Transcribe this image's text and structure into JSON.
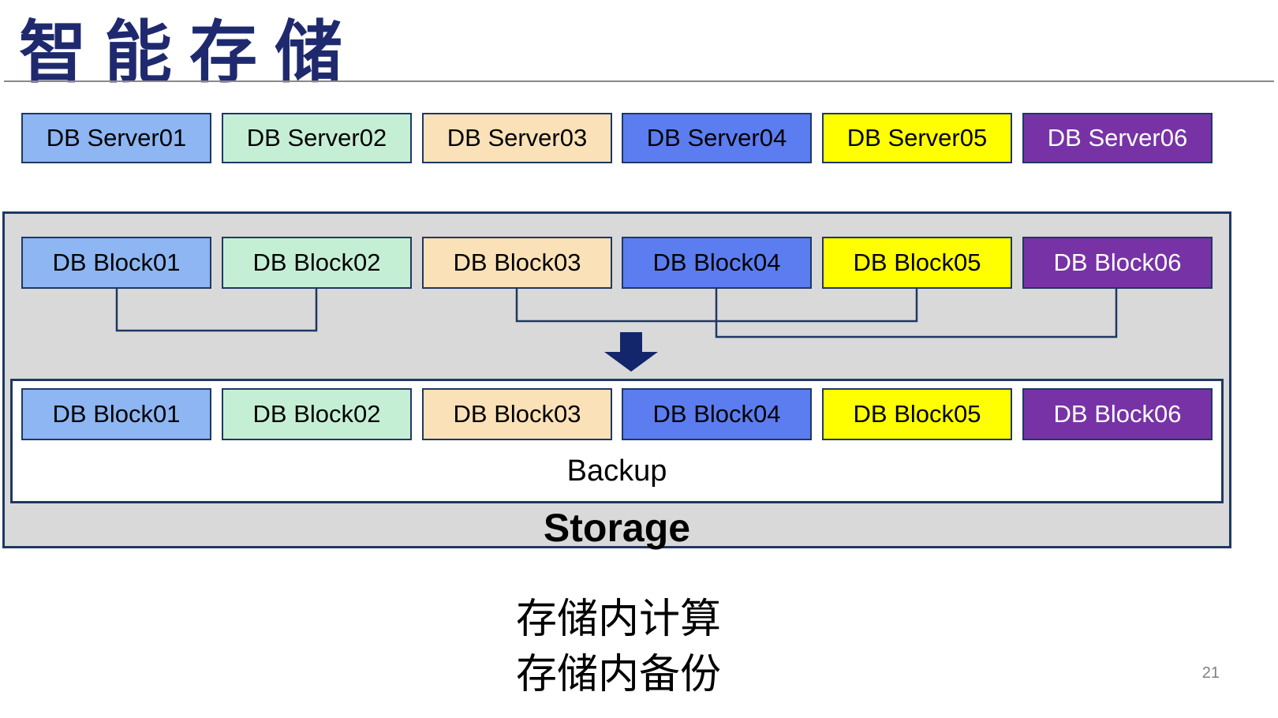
{
  "title": "智能存储",
  "page_number": "21",
  "palette": {
    "title_navy": "#1F2A6E",
    "box_border_navy": "#1F3864",
    "connector_navy": "#1F3864",
    "arrow_navy": "#13266B",
    "storage_fill_gray": "#D9D9D9",
    "backup_fill_white": "#FFFFFF",
    "rule_gray": "#888888",
    "page_number_gray": "#808080",
    "series_colors": [
      "#8DB6F2",
      "#C5EFD5",
      "#FAE1B7",
      "#5B7DF0",
      "#FFFF00",
      "#7733A6"
    ]
  },
  "servers": {
    "items": [
      {
        "label": "DB Server01",
        "color": "#8DB6F2",
        "text_color": "#000000"
      },
      {
        "label": "DB Server02",
        "color": "#C5EFD5",
        "text_color": "#000000"
      },
      {
        "label": "DB Server03",
        "color": "#FAE1B7",
        "text_color": "#000000"
      },
      {
        "label": "DB Server04",
        "color": "#5B7DF0",
        "text_color": "#000000"
      },
      {
        "label": "DB Server05",
        "color": "#FFFF00",
        "text_color": "#000000"
      },
      {
        "label": "DB Server06",
        "color": "#7733A6",
        "text_color": "#FFFFFF"
      }
    ]
  },
  "storage": {
    "label": "Storage",
    "backup_label": "Backup",
    "blocks_source": [
      {
        "label": "DB Block01",
        "color": "#8DB6F2"
      },
      {
        "label": "DB Block02",
        "color": "#C5EFD5"
      },
      {
        "label": "DB Block03",
        "color": "#FAE1B7"
      },
      {
        "label": "DB Block04",
        "color": "#5B7DF0"
      },
      {
        "label": "DB Block05",
        "color": "#FFFF00"
      },
      {
        "label": "DB Block06",
        "color": "#7733A6"
      }
    ],
    "blocks_backup": [
      {
        "label": "DB Block01",
        "color": "#8DB6F2"
      },
      {
        "label": "DB Block02",
        "color": "#C5EFD5"
      },
      {
        "label": "DB Block03",
        "color": "#FAE1B7"
      },
      {
        "label": "DB Block04",
        "color": "#5B7DF0"
      },
      {
        "label": "DB Block05",
        "color": "#FFFF00"
      },
      {
        "label": "DB Block06",
        "color": "#7733A6"
      }
    ],
    "connections": [
      {
        "from": "DB Block01",
        "to": "DB Block02"
      },
      {
        "from": "DB Block03",
        "to": "DB Block05"
      },
      {
        "from": "DB Block04",
        "to": "DB Block06"
      }
    ],
    "arrow": "down"
  },
  "captions": [
    "存储内计算",
    "存储内备份"
  ]
}
